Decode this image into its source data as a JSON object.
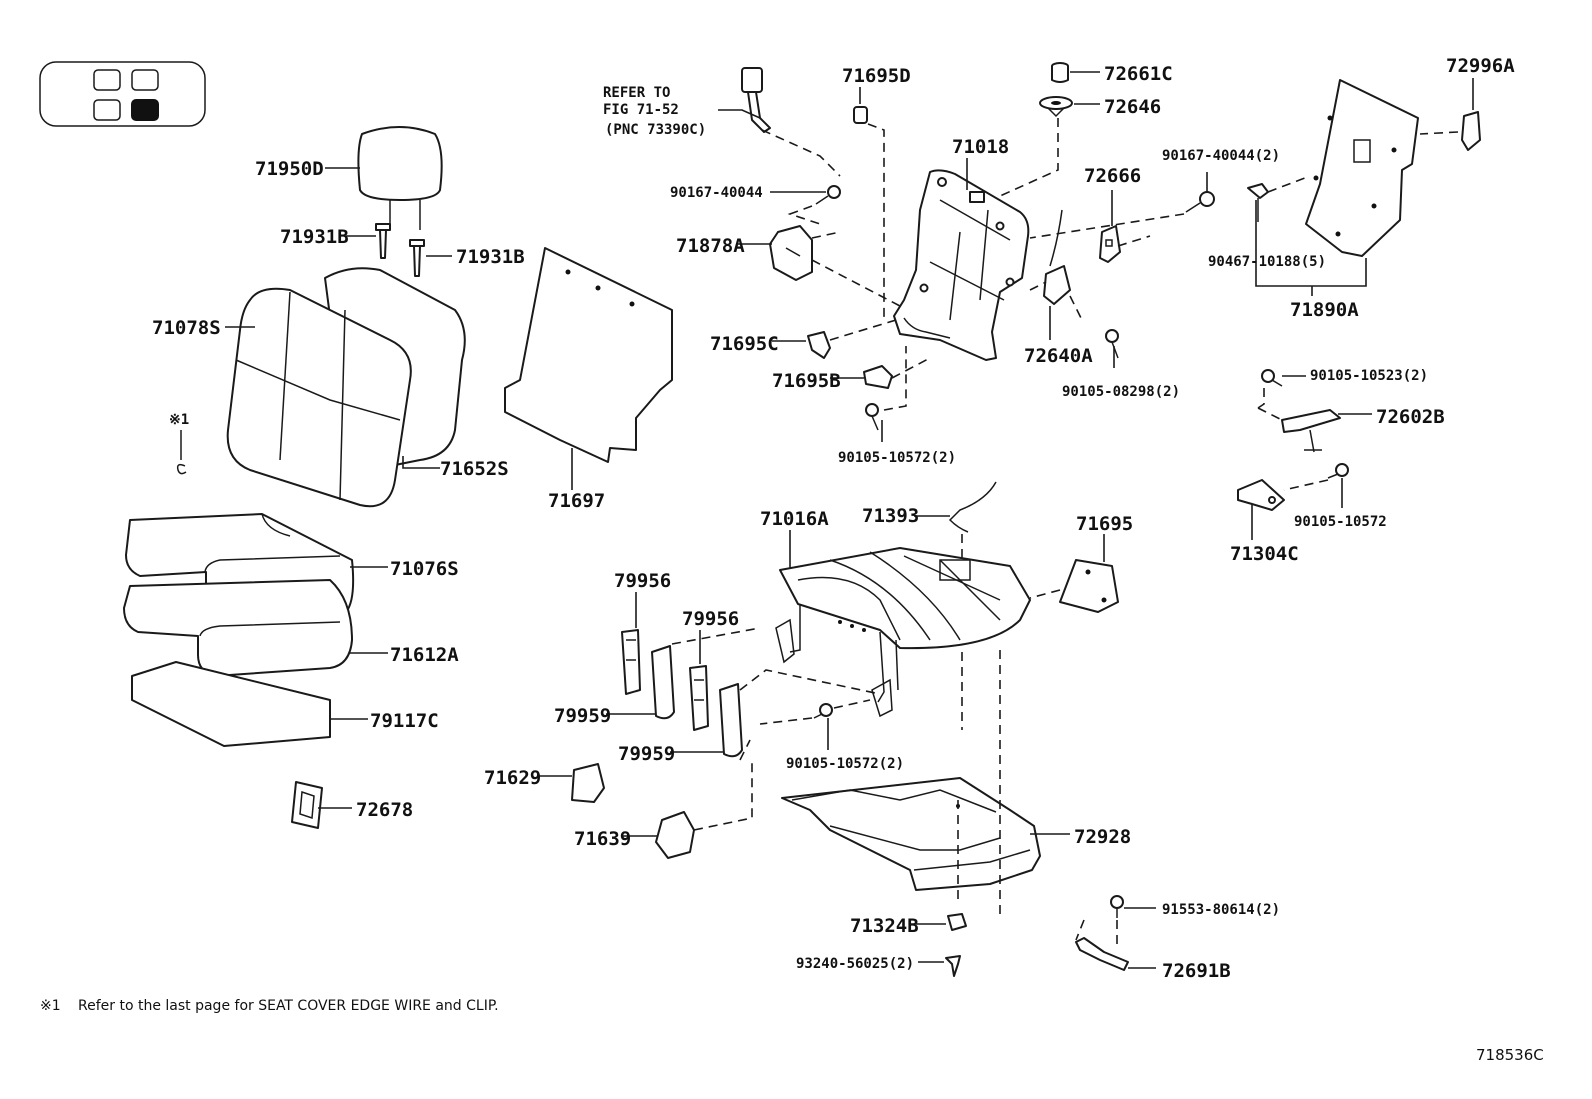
{
  "refer_note": {
    "line1": "REFER TO",
    "line2": "FIG 71-52",
    "line3": "(PNC 73390C)"
  },
  "parts": {
    "p71950D": "71950D",
    "p71931B_left": "71931B",
    "p71931B_right": "71931B",
    "p71078S": "71078S",
    "p71652S": "71652S",
    "p71697": "71697",
    "p71076S": "71076S",
    "p71612A": "71612A",
    "p79117C": "79117C",
    "p72678": "72678",
    "p90167_40044": "90167-40044",
    "p71878A": "71878A",
    "p71695D": "71695D",
    "p71695C": "71695C",
    "p71695B": "71695B",
    "p90105_10572_2_upper": "90105-10572(2)",
    "p71018": "71018",
    "p72661C": "72661C",
    "p72646": "72646",
    "p72666": "72666",
    "p90167_40044_2": "90167-40044(2)",
    "p72640A": "72640A",
    "p90105_08298_2": "90105-08298(2)",
    "p72996A": "72996A",
    "p90467_10188_5": "90467-10188(5)",
    "p71890A": "71890A",
    "p90105_10523_2": "90105-10523(2)",
    "p72602B": "72602B",
    "p90105_10572": "90105-10572",
    "p71304C": "71304C",
    "p71016A": "71016A",
    "p71393": "71393",
    "p71695": "71695",
    "p79956_a": "79956",
    "p79956_b": "79956",
    "p79959_a": "79959",
    "p79959_b": "79959",
    "p90105_10572_2_lower": "90105-10572(2)",
    "p71629": "71629",
    "p71639": "71639",
    "p72928": "72928",
    "p71324B": "71324B",
    "p93240_56025_2": "93240-56025(2)",
    "p91553_80614_2": "91553-80614(2)",
    "p72691B": "72691B"
  },
  "footnote_mark": "※1",
  "footnote_symbol": "※1",
  "footnote_text": "Refer to the last page for SEAT COVER EDGE WIRE and CLIP.",
  "figure_code": "718536C"
}
